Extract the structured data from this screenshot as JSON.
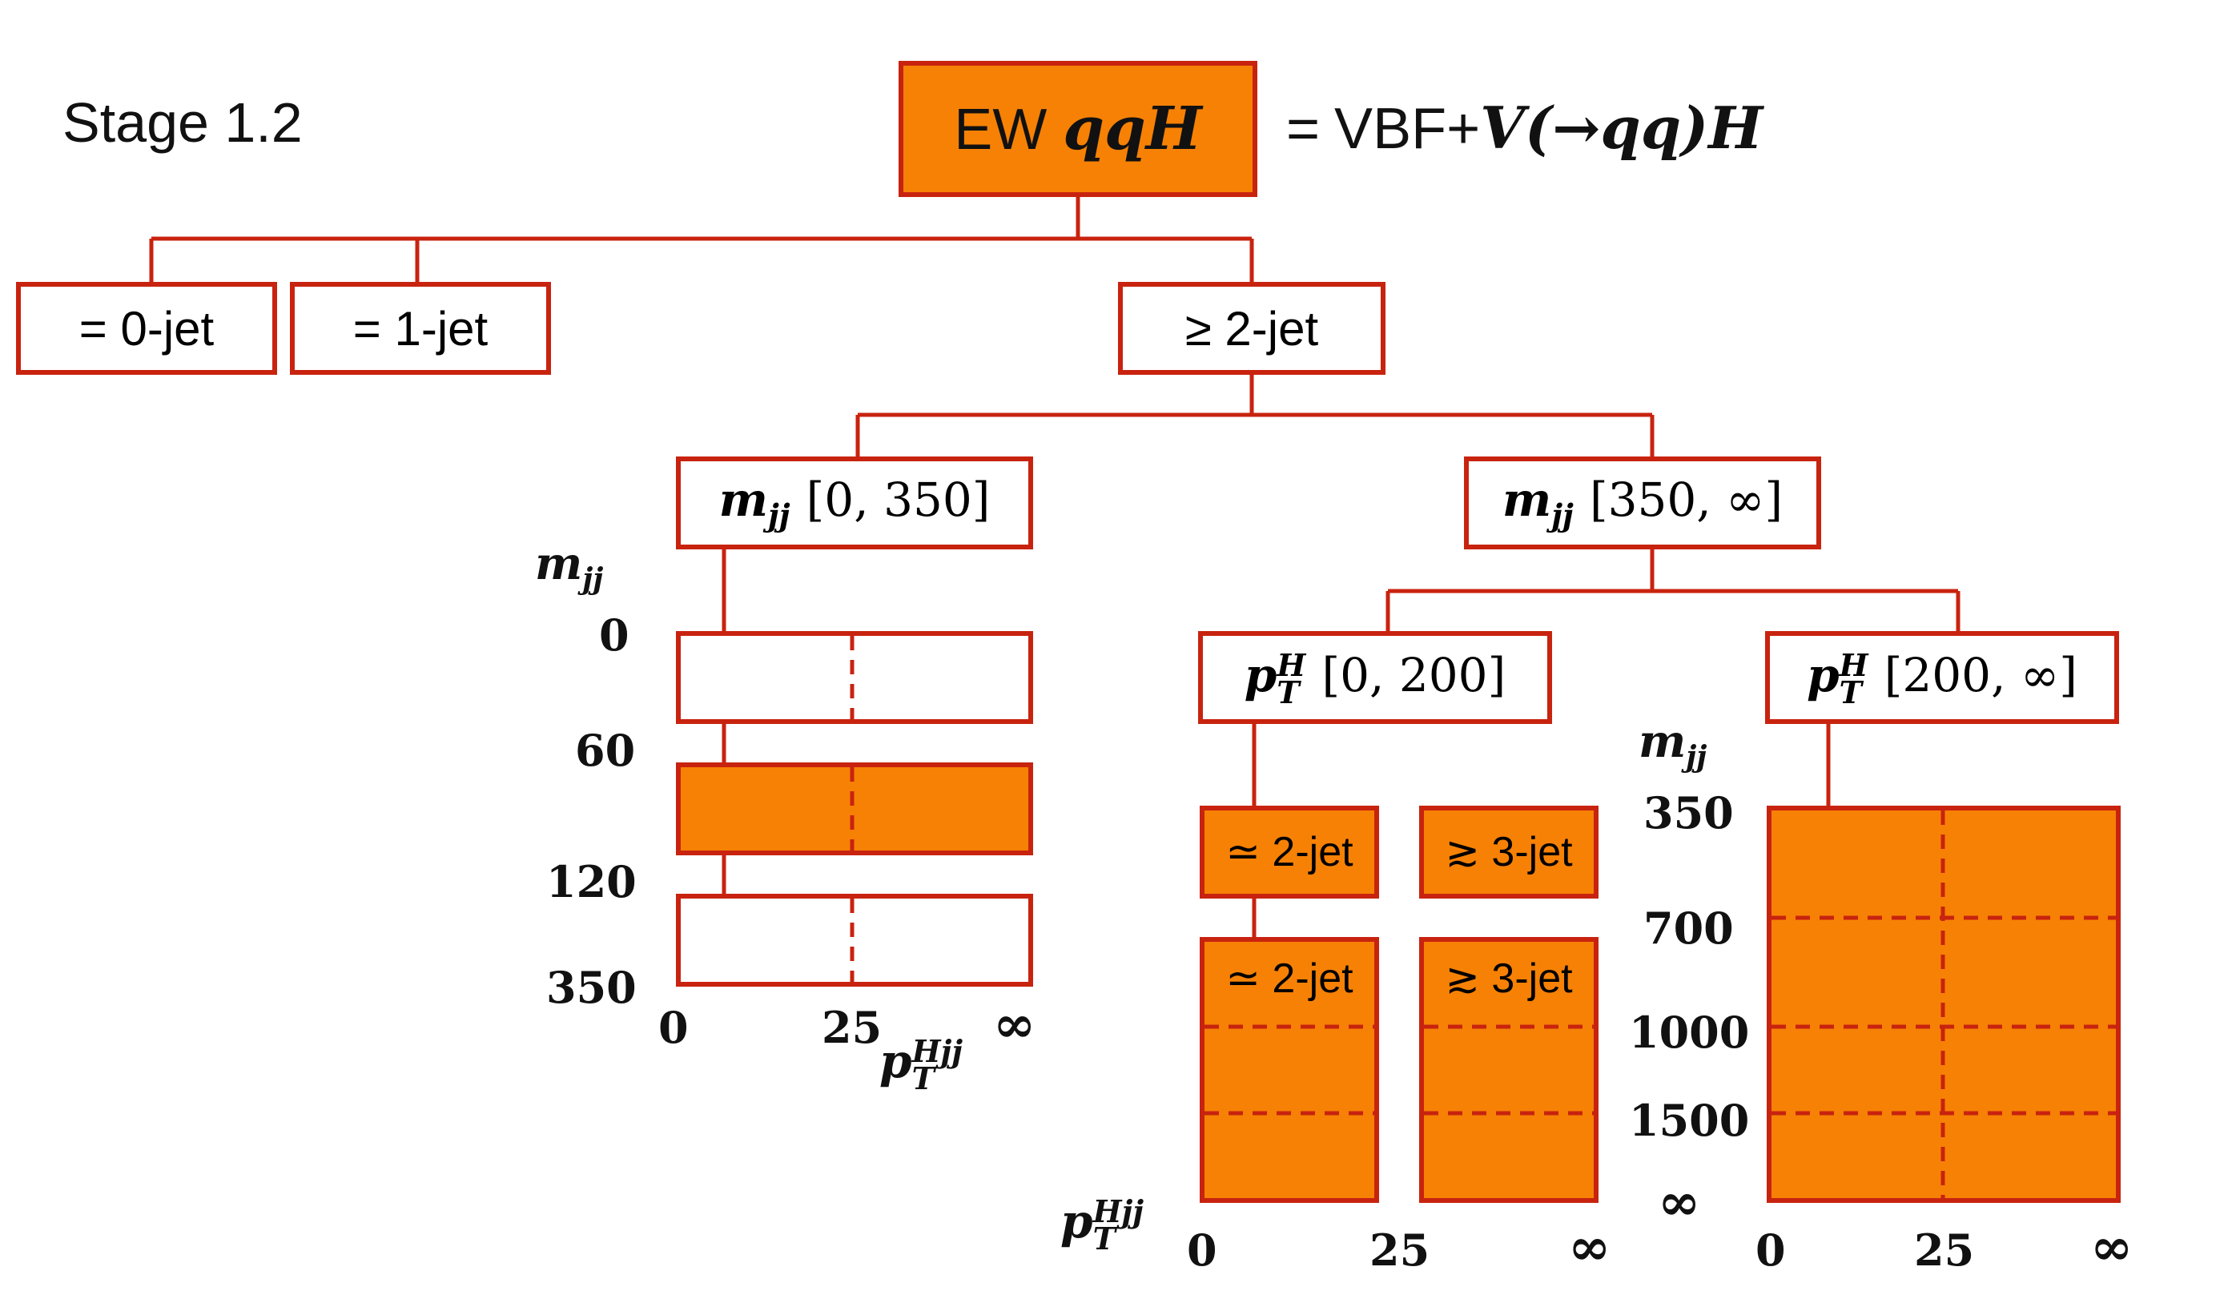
{
  "title": "Stage 1.2",
  "root": {
    "label_prefix": "EW",
    "label_math": "qqH",
    "definition_prefix": "=",
    "definition_vbf": "VBF+",
    "definition_v": "V",
    "definition_rest": "(→qq)",
    "definition_h": "H"
  },
  "jet_bins": [
    {
      "label": "= 0-jet"
    },
    {
      "label": "= 1-jet"
    },
    {
      "label": "≥ 2-jet"
    }
  ],
  "mjj_nodes": [
    {
      "var": "m",
      "sub": "jj",
      "range": "[0, 350]"
    },
    {
      "var": "m",
      "sub": "jj",
      "range": "[350, ∞]"
    }
  ],
  "pth_nodes": [
    {
      "var": "p",
      "sup": "H",
      "sub": "T",
      "range": "[0, 200]"
    },
    {
      "var": "p",
      "sup": "H",
      "sub": "T",
      "range": "[200, ∞]"
    }
  ],
  "low_mjj_axis": {
    "title_var": "m",
    "title_sub": "jj",
    "ticks": [
      "0",
      "60",
      "120",
      "350"
    ],
    "x_ticks": [
      "0",
      "25",
      "∞"
    ],
    "x_title_var": "p",
    "x_title_sup": "Hjj",
    "x_title_sub": "T"
  },
  "njet_cells": {
    "row1": [
      "≃ 2-jet",
      "≳ 3-jet"
    ],
    "row2": [
      "≃ 2-jet",
      "≳ 3-jet"
    ]
  },
  "high_mjj_axis": {
    "title_var": "m",
    "title_sub": "jj",
    "ticks": [
      "350",
      "700",
      "1000",
      "1500",
      "∞"
    ],
    "x_ticks_left": [
      "0",
      "25",
      "∞"
    ],
    "x_ticks_right": [
      "0",
      "25",
      "∞"
    ],
    "x_title_var": "p",
    "x_title_sup": "Hjj",
    "x_title_sub": "T"
  },
  "colors": {
    "fill": "#f68105",
    "border": "#c8230f"
  }
}
